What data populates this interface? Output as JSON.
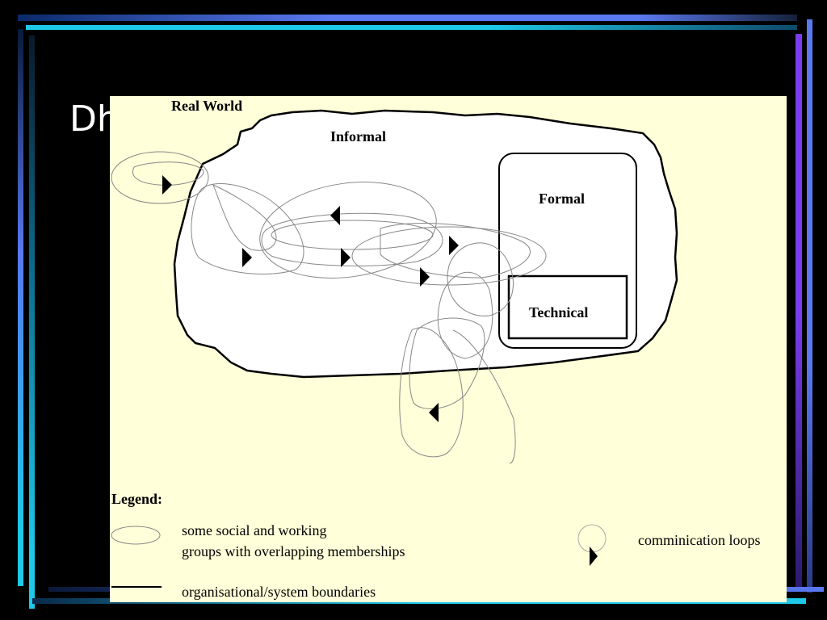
{
  "slide": {
    "title_fragment": "Dh",
    "frame_colors": {
      "cyan": "#1ec8e8",
      "blue": "#5a78f0",
      "violet": "#7a3cf0"
    }
  },
  "diagram": {
    "real_world_label": "Real World",
    "informal_label": "Informal",
    "formal_label": "Formal",
    "technical_label": "Technical",
    "background_color": "#ffffd9"
  },
  "legend": {
    "heading": "Legend:",
    "groups_line1": "some social and working",
    "groups_line2": "groups with overlapping memberships",
    "boundaries": "organisational/system boundaries",
    "loops": "comminication loops"
  }
}
